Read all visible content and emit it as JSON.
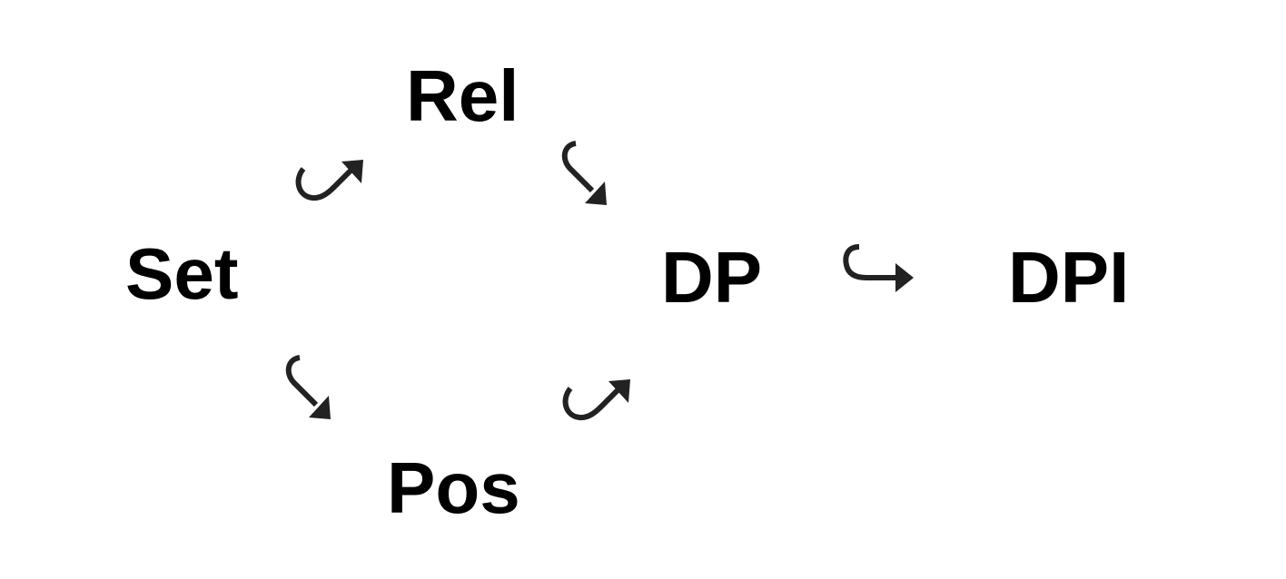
{
  "diagram": {
    "nodes": {
      "rel": "Rel",
      "set": "Set",
      "dp": "DP",
      "dpi": "DPI",
      "pos": "Pos"
    },
    "edges": [
      {
        "from": "set",
        "to": "rel"
      },
      {
        "from": "rel",
        "to": "dp"
      },
      {
        "from": "set",
        "to": "pos"
      },
      {
        "from": "pos",
        "to": "dp"
      },
      {
        "from": "dp",
        "to": "dpi"
      }
    ],
    "colors": {
      "text": "#000000",
      "arrow": "#222222",
      "background": "#ffffff"
    },
    "icons": {
      "set_to_rel": "hook-arrow-up-right-icon",
      "rel_to_dp": "hook-arrow-down-right-icon",
      "set_to_pos": "hook-arrow-down-right-icon",
      "pos_to_dp": "hook-arrow-up-right-icon",
      "dp_to_dpi": "hook-arrow-right-icon"
    }
  }
}
